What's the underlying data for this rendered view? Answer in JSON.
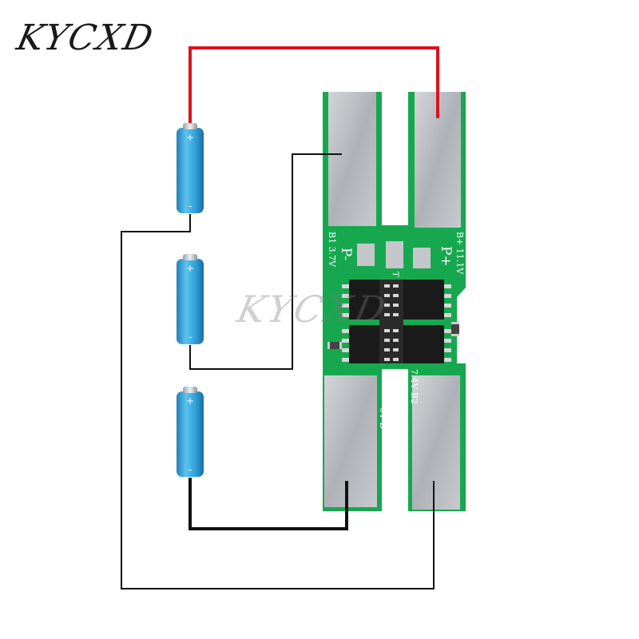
{
  "brand": {
    "logo_text": "KYCXD",
    "watermark_text": "KYCXD"
  },
  "colors": {
    "background": "#ffffff",
    "pcb_green": "#17a84f",
    "nickel_strip": "#b9bcc1",
    "battery_blue": "#2f9fd6",
    "wire_red": "#d9141c",
    "wire_black": "#111111"
  },
  "batteries": [
    {
      "positive": "+",
      "negative": "-"
    },
    {
      "positive": "+",
      "negative": "-"
    },
    {
      "positive": "+",
      "negative": "-"
    }
  ],
  "pcb": {
    "label_b1": "B1 3.7V",
    "label_p_minus": "P-",
    "label_b_plus": "B+ 11.1V",
    "label_p_plus": "P+",
    "label_t": "T",
    "label_0v_b_minus": "0V B-",
    "label_b2": "7.4V B2"
  }
}
